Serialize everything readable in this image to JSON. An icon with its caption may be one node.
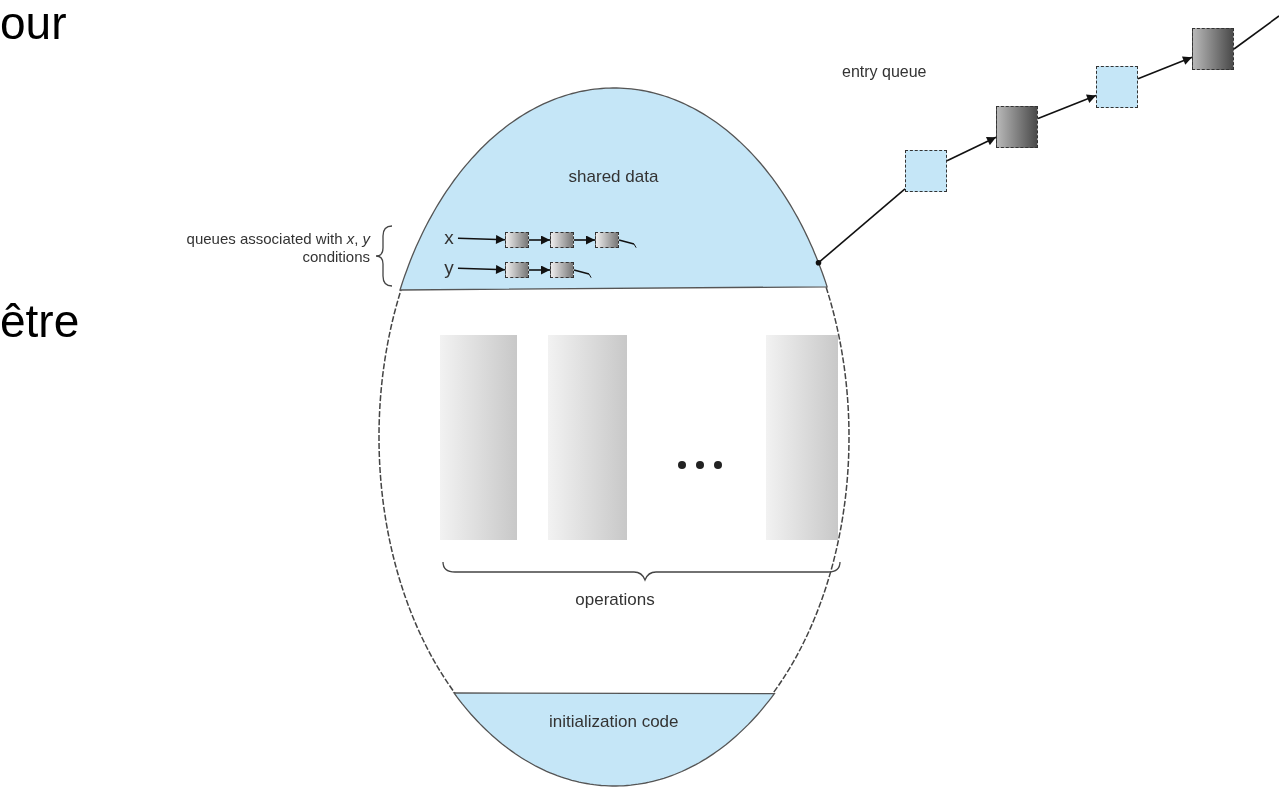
{
  "diagram": {
    "nodes": [
      {
        "text": [],
        "shape": "ellipse"
      },
      {
        "text": [
          "shared data"
        ],
        "in": 0
      },
      {
        "text": [
          "x"
        ],
        "in": 1
      },
      {
        "text": [],
        "shape": "box",
        "in": 1
      },
      {
        "text": [],
        "shape": "box",
        "in": 1
      },
      {
        "text": [],
        "shape": "box",
        "in": 1
      },
      {
        "text": [
          "y"
        ],
        "in": 1
      },
      {
        "text": [],
        "shape": "box",
        "in": 1
      },
      {
        "text": [],
        "shape": "box",
        "in": 1
      },
      {
        "text": [],
        "shape": "bar",
        "in": 0
      },
      {
        "text": [],
        "shape": "bar",
        "in": 0
      },
      {
        "text": [],
        "shape": "bar",
        "in": 0
      },
      {
        "text": [
          "initialization code"
        ],
        "in": 0
      },
      {
        "text": [],
        "shape": "box"
      },
      {
        "text": [],
        "shape": "box"
      },
      {
        "text": [],
        "shape": "box"
      },
      {
        "text": [],
        "shape": "box"
      }
    ],
    "edges": [
      {
        "from": 0,
        "to": 13,
        "arrow": "other"
      },
      {
        "from": 13,
        "to": 14,
        "arrow": "to"
      },
      {
        "from": 14,
        "to": 15,
        "arrow": "to"
      },
      {
        "from": 15,
        "to": 16,
        "arrow": "to"
      },
      {
        "from": 16,
        "to": null,
        "arrow": "other"
      },
      {
        "from": 2,
        "to": 3,
        "arrow": "to"
      },
      {
        "from": 3,
        "to": 4,
        "arrow": "to"
      },
      {
        "from": 4,
        "to": 5,
        "arrow": "to"
      },
      {
        "from": 5,
        "to": null,
        "arrow": "other"
      },
      {
        "from": 6,
        "to": 7,
        "arrow": "to"
      },
      {
        "from": 7,
        "to": 8,
        "arrow": "to"
      },
      {
        "from": 8,
        "to": null,
        "arrow": "other"
      }
    ],
    "labels": [
      "our",
      "être",
      "entry queue",
      "queues associated with *x*, *y* conditions",
      "operations"
    ]
  }
}
